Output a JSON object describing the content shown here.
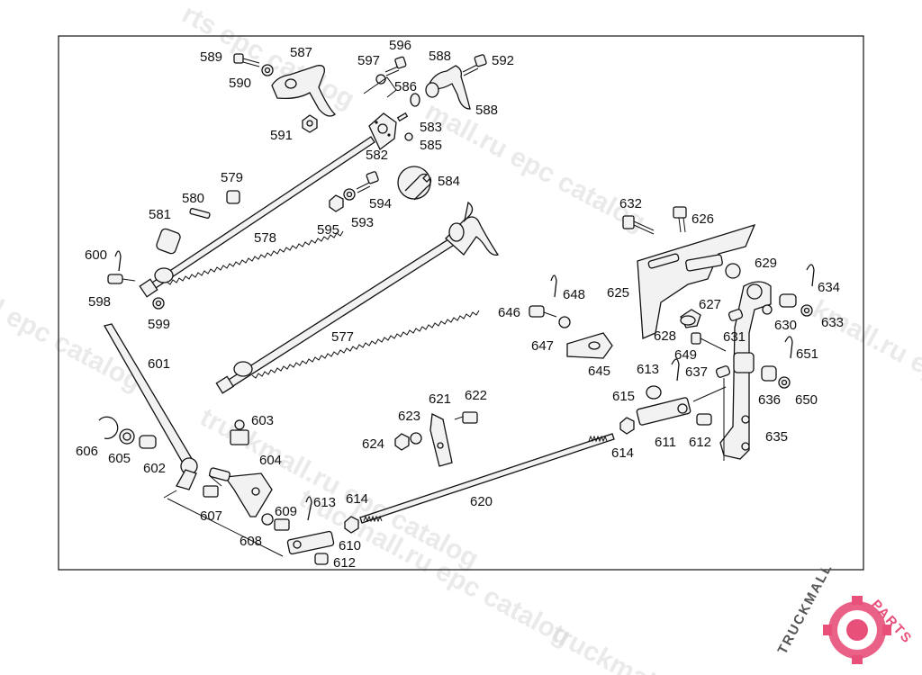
{
  "watermarks": [
    "rts epc catalog",
    "mall.ru epc catalog",
    "l epc catalog",
    "truckmall.ru epc catalog",
    "kmall.ru epc",
    "trucknall.ru epc catalog",
    "truckmall"
  ],
  "logo": {
    "brand_dark": "TRUCKMALL",
    "brand_accent": "PARTS",
    "accent_color": "#e8507a",
    "dark_color": "#555555"
  },
  "labels": {
    "577": "577",
    "578": "578",
    "579": "579",
    "580": "580",
    "581": "581",
    "582": "582",
    "583": "583",
    "584": "584",
    "585": "585",
    "586": "586",
    "587": "587",
    "588a": "588",
    "588b": "588",
    "589": "589",
    "590": "590",
    "591": "591",
    "592": "592",
    "593": "593",
    "594": "594",
    "595": "595",
    "596": "596",
    "597": "597",
    "598": "598",
    "599": "599",
    "600": "600",
    "601": "601",
    "602": "602",
    "603": "603",
    "604": "604",
    "605": "605",
    "606": "606",
    "607": "607",
    "608": "608",
    "609": "609",
    "610": "610",
    "611": "611",
    "612a": "612",
    "612b": "612",
    "613a": "613",
    "613b": "613",
    "614a": "614",
    "614b": "614",
    "615": "615",
    "620": "620",
    "621": "621",
    "622": "622",
    "623": "623",
    "624": "624",
    "625": "625",
    "626": "626",
    "627": "627",
    "628": "628",
    "629": "629",
    "630": "630",
    "631": "631",
    "632": "632",
    "633": "633",
    "634": "634",
    "635": "635",
    "636": "636",
    "637": "637",
    "645": "645",
    "646": "646",
    "647": "647",
    "648": "648",
    "649": "649",
    "650": "650",
    "651": "651"
  }
}
